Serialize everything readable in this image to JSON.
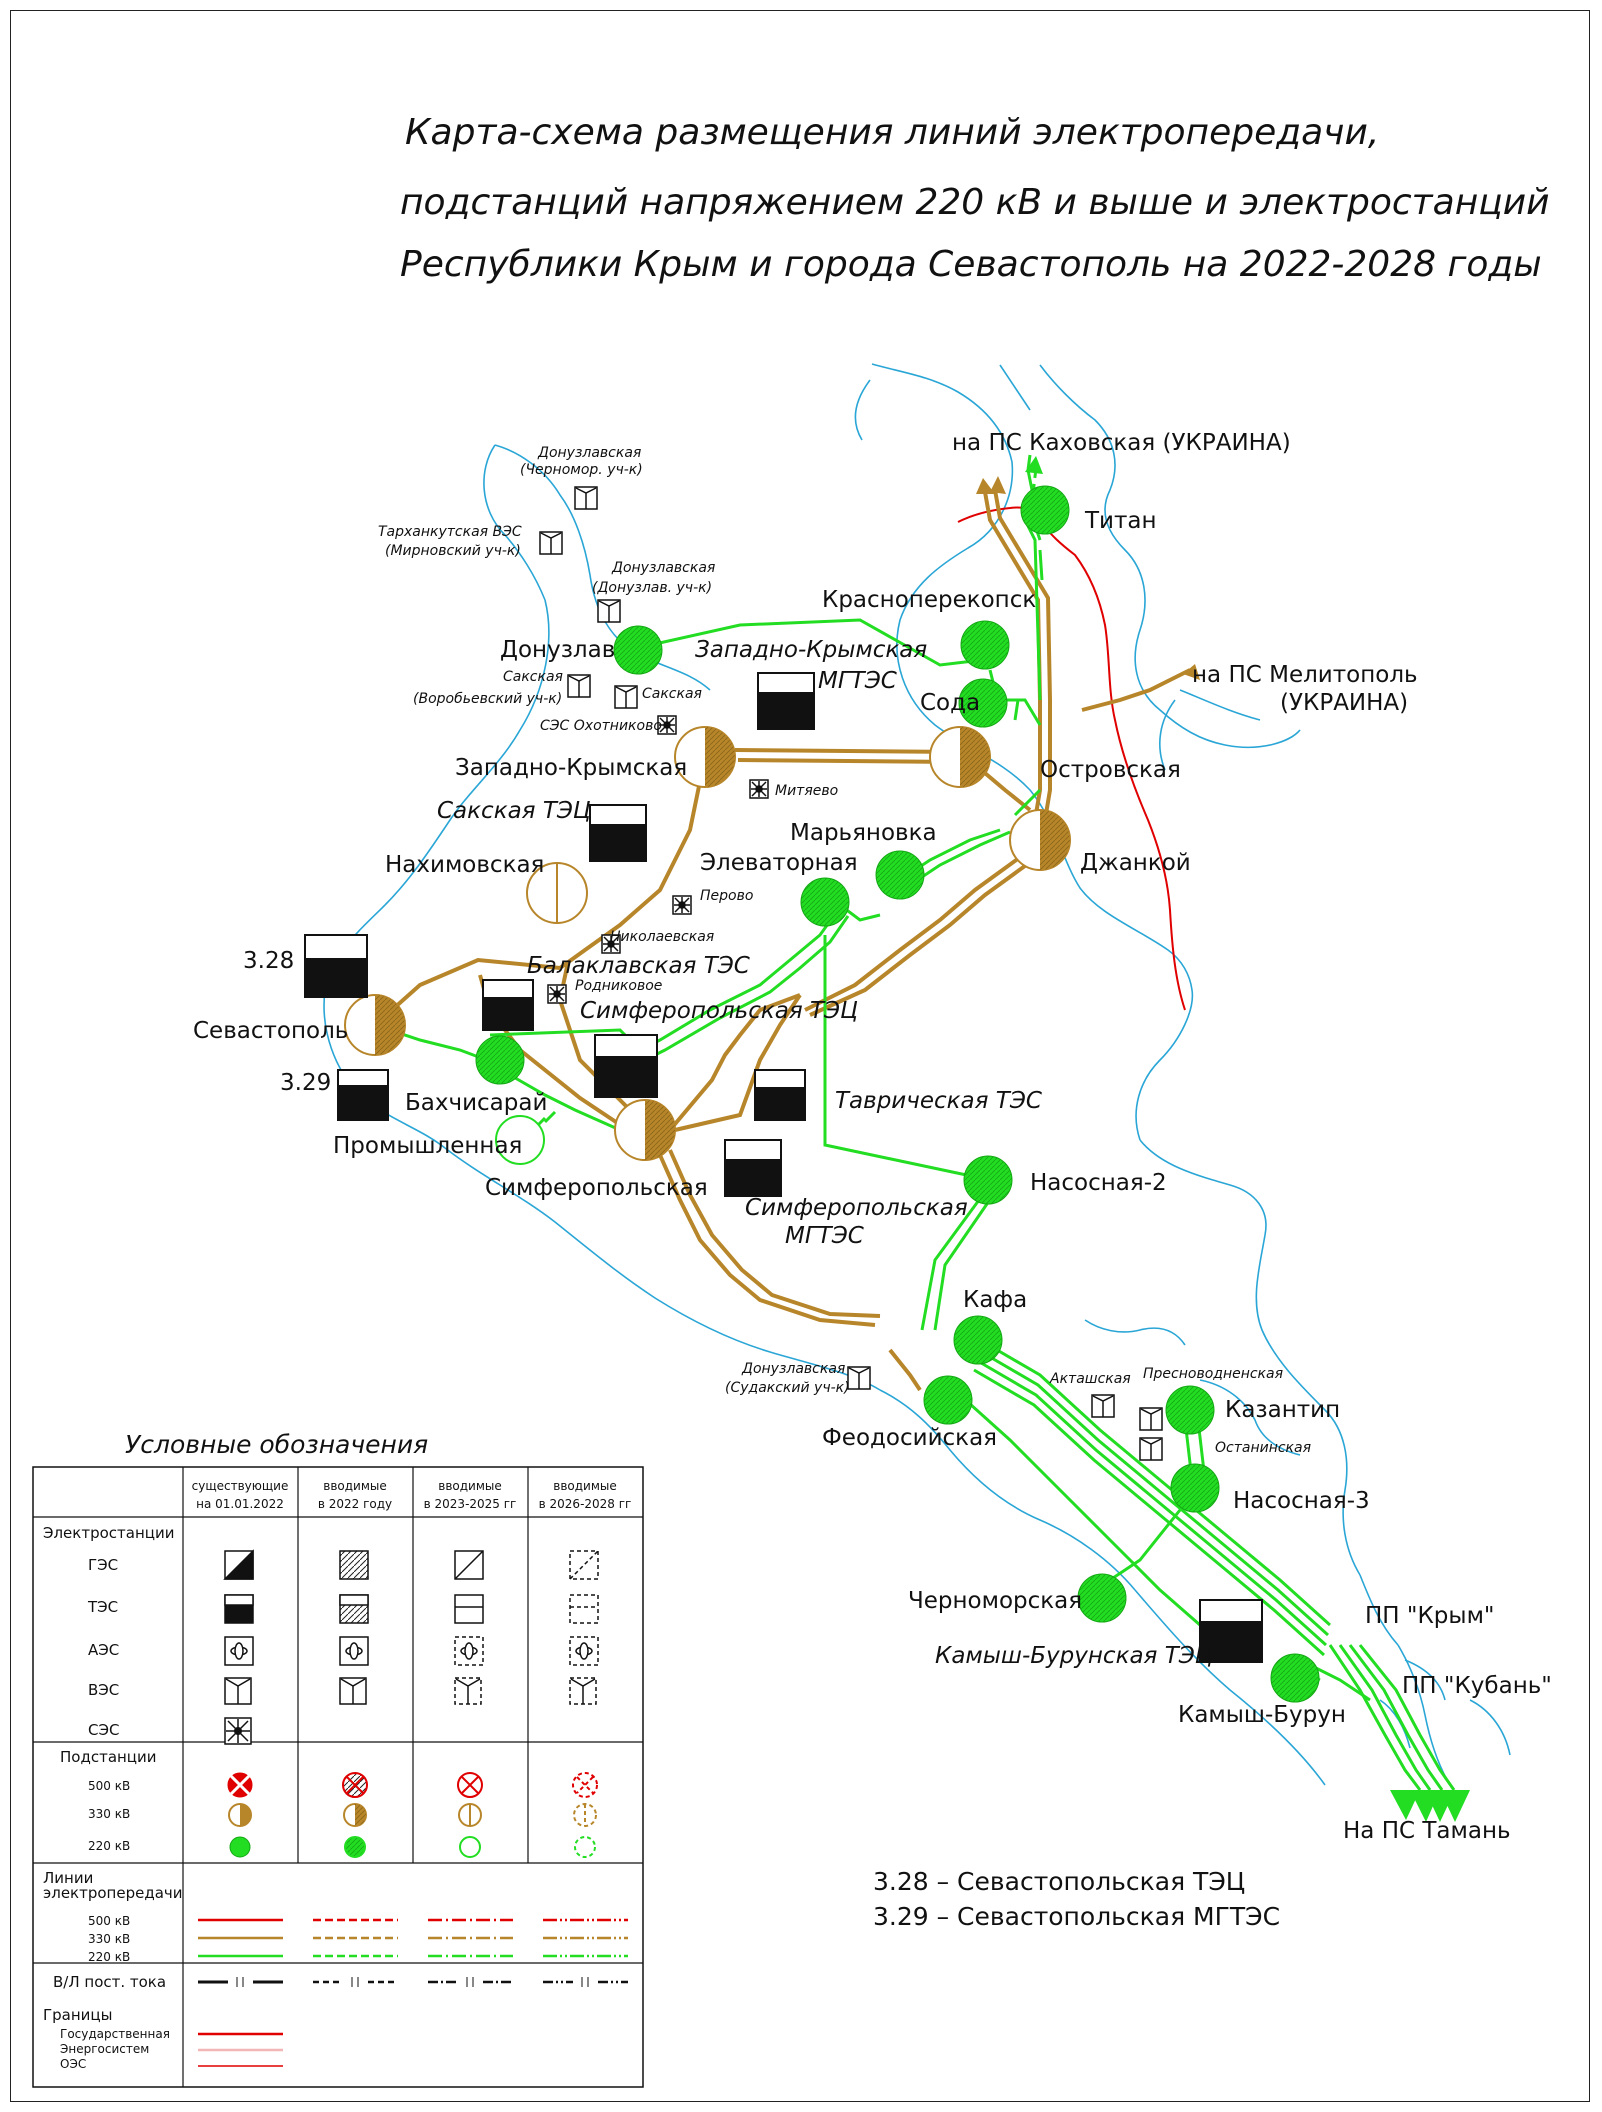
{
  "title": {
    "line1": "Карта-схема размещения линий электропередачи,",
    "line2": "подстанций напряжением 220 кВ и выше и электростанций",
    "line3": "Республики Крым и города Севастополь на 2022-2028 годы"
  },
  "colors": {
    "line_500": "#e00000",
    "line_330": "#b8862a",
    "line_220": "#22dd22",
    "border": "#e00000",
    "water": "#2aa6d6"
  },
  "external": {
    "kakhovskaya": "на ПС Каховская (УКРАИНА)",
    "melitopol_1": "на ПС Мелитополь",
    "melitopol_2": "(УКРАИНА)",
    "taman": "На ПС Тамань"
  },
  "substations": {
    "titan": "Титан",
    "krasnoperekopsk": "Красноперекопск",
    "soda": "Сода",
    "donuzlav": "Донузлав",
    "zapadno_krymskaya": "Западно-Крымская",
    "ostrovskaya": "Островская",
    "dzhankoy": "Джанкой",
    "maryanovka": "Марьяновка",
    "elevatornaya": "Элеваторная",
    "nakhimovskaya": "Нахимовская",
    "sevastopol": "Севастополь",
    "bakhchisaray": "Бахчисарай",
    "promyshlennaya": "Промышленная",
    "simferopolskaya": "Симферопольская",
    "nasosnaya2": "Насосная-2",
    "kafa": "Кафа",
    "feodosiyskaya": "Феодосийская",
    "kazantip": "Казантип",
    "nasosnaya3": "Насосная-3",
    "chernomorskaya": "Черноморская",
    "kamysh_burun": "Камыш-Бурун",
    "pp_krym": "ПП \"Крым\"",
    "pp_kuban": "ПП \"Кубань\""
  },
  "plants": {
    "zapadno_krymskaya_mgtes_1": "Западно-Крымская",
    "zapadno_krymskaya_mgtes_2": "МГТЭС",
    "sakskaya_tec": "Сакская ТЭЦ",
    "balaklavskaya_tes": "Балаклавская ТЭС",
    "simferopolskaya_tec": "Симферопольская ТЭЦ",
    "tavricheskaya_tes": "Таврическая ТЭС",
    "simferopolskaya_mgtes_1": "Симферопольская",
    "simferopolskaya_mgtes_2": "МГТЭС",
    "kamysh_burunskaya_tec": "Камыш-Бурунская ТЭЦ",
    "p328": "3.28",
    "p329": "3.29"
  },
  "small_plants": {
    "donuzlav_chernomor_1": "Донузлавская",
    "donuzlav_chernomor_2": "(Черномор. уч-к)",
    "tarkhankut_1": "Тарханкутская ВЭС",
    "tarkhankut_2": "(Мирновский уч-к)",
    "donuzlav_donuzlav_1": "Донузлавская",
    "donuzlav_donuzlav_2": "(Донузлав. уч-к)",
    "sakskaya_vorob_1": "Сакская",
    "sakskaya_vorob_2": "(Воробьевский уч-к)",
    "sakskaya": "Сакская",
    "okhotnikovo": "СЭС Охотниково",
    "mityaevo": "Митяево",
    "perovo": "Перово",
    "nikolaevskaya": "Николаевская",
    "rodnikovoe": "Родниковое",
    "donuzlav_sudak_1": "Донузлавская",
    "donuzlav_sudak_2": "(Судакский уч-к)",
    "aktashskaya": "Акташская",
    "presnovodnenskaya": "Пресноводненская",
    "ostaninskaya": "Останинская"
  },
  "notes": {
    "n1": "3.28 – Севастопольская ТЭЦ",
    "n2": "3.29 – Севастопольская МГТЭС"
  },
  "legend": {
    "title": "Условные обозначения",
    "col1_1": "существующие",
    "col1_2": "на 01.01.2022",
    "col2_1": "вводимые",
    "col2_2": "в 2022 году",
    "col3_1": "вводимые",
    "col3_2": "в 2023-2025 гг",
    "col4_1": "вводимые",
    "col4_2": "в 2026-2028 гг",
    "plants_header": "Электростанции",
    "ges": "ГЭС",
    "tes": "ТЭС",
    "aes": "АЭС",
    "ves": "ВЭС",
    "ses": "СЭС",
    "subs_header": "Подстанции",
    "kv500": "500 кВ",
    "kv330": "330 кВ",
    "kv220": "220 кВ",
    "lines_header_1": "Линии",
    "lines_header_2": "электропередачи",
    "dc": "В/Л пост. тока",
    "borders_header": "Границы",
    "b_state": "Государственная",
    "b_energy": "Энергосистем",
    "b_oes": "ОЭС"
  }
}
